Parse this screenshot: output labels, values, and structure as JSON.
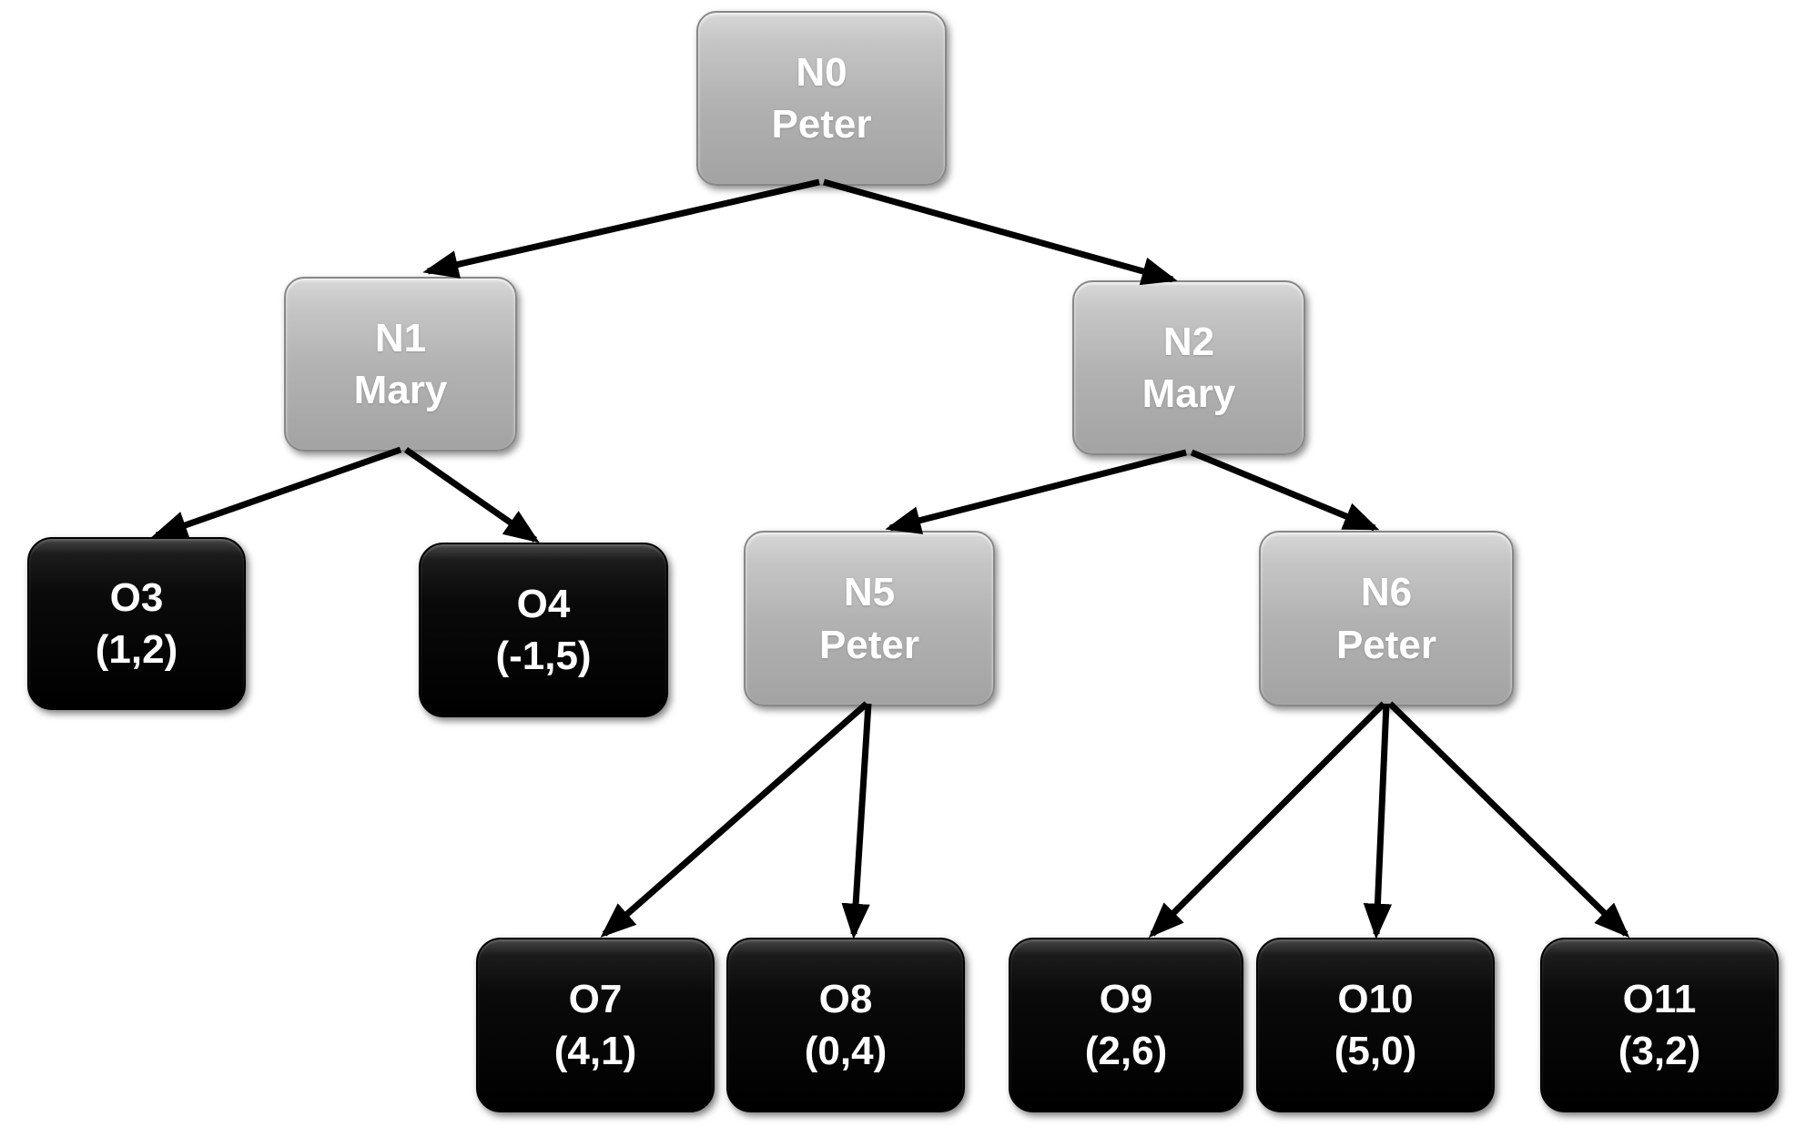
{
  "nodes": {
    "n0": {
      "id": "N0",
      "name": "Peter",
      "type": "internal"
    },
    "n1": {
      "id": "N1",
      "name": "Mary",
      "type": "internal"
    },
    "n2": {
      "id": "N2",
      "name": "Mary",
      "type": "internal"
    },
    "o3": {
      "id": "O3",
      "value": "(1,2)",
      "type": "leaf"
    },
    "o4": {
      "id": "O4",
      "value": "(-1,5)",
      "type": "leaf"
    },
    "n5": {
      "id": "N5",
      "name": "Peter",
      "type": "internal"
    },
    "n6": {
      "id": "N6",
      "name": "Peter",
      "type": "internal"
    },
    "o7": {
      "id": "O7",
      "value": "(4,1)",
      "type": "leaf"
    },
    "o8": {
      "id": "O8",
      "value": "(0,4)",
      "type": "leaf"
    },
    "o9": {
      "id": "O9",
      "value": "(2,6)",
      "type": "leaf"
    },
    "o10": {
      "id": "O10",
      "value": "(5,0)",
      "type": "leaf"
    },
    "o11": {
      "id": "O11",
      "value": "(3,2)",
      "type": "leaf"
    }
  },
  "edges": [
    {
      "from": "N0",
      "to": "N1"
    },
    {
      "from": "N0",
      "to": "N2"
    },
    {
      "from": "N1",
      "to": "O3"
    },
    {
      "from": "N1",
      "to": "O4"
    },
    {
      "from": "N2",
      "to": "N5"
    },
    {
      "from": "N2",
      "to": "N6"
    },
    {
      "from": "N5",
      "to": "O7"
    },
    {
      "from": "N5",
      "to": "O8"
    },
    {
      "from": "N6",
      "to": "O9"
    },
    {
      "from": "N6",
      "to": "O10"
    },
    {
      "from": "N6",
      "to": "O11"
    }
  ],
  "colors": {
    "internal_node_fill": "#b2b2b2",
    "leaf_node_fill": "#000000",
    "node_text": "#ffffff",
    "edge": "#000000",
    "background": "#ffffff"
  }
}
